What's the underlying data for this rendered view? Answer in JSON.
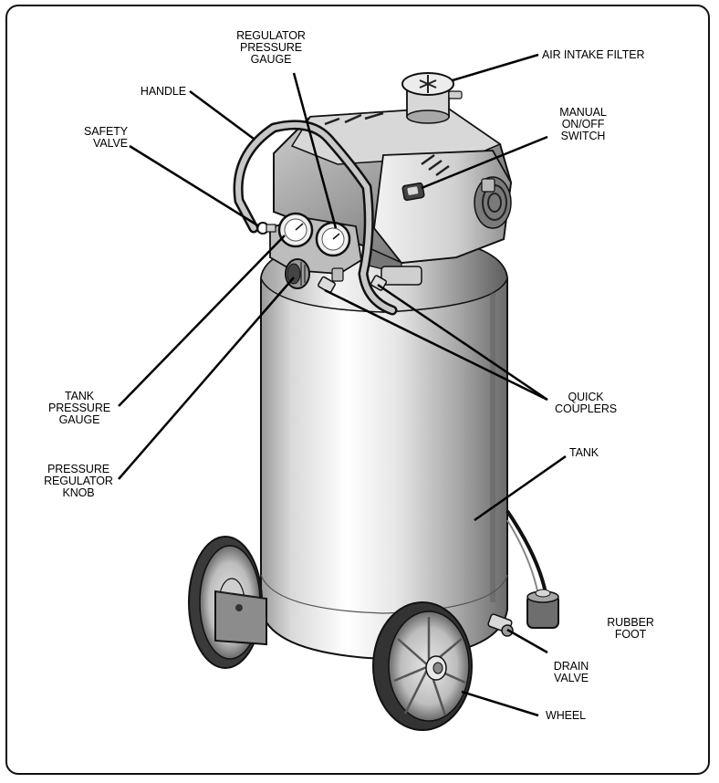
{
  "labels": {
    "regulator_pressure_gauge": [
      "REGULATOR",
      "PRESSURE",
      "GAUGE"
    ],
    "air_intake_filter": [
      "AIR INTAKE FILTER"
    ],
    "handle": [
      "HANDLE"
    ],
    "safety_valve": [
      "SAFETY",
      "VALVE"
    ],
    "manual_on_off_switch": [
      "MANUAL",
      "ON/OFF",
      "SWITCH"
    ],
    "tank_pressure_gauge": [
      "TANK",
      "PRESSURE",
      "GAUGE"
    ],
    "quick_couplers": [
      "QUICK",
      "COUPLERS"
    ],
    "pressure_regulator_knob": [
      "PRESSURE",
      "REGULATOR",
      "KNOB"
    ],
    "tank": [
      "TANK"
    ],
    "rubber_foot": [
      "RUBBER",
      "FOOT"
    ],
    "drain_valve": [
      "DRAIN",
      "VALVE"
    ],
    "wheel": [
      "WHEEL"
    ]
  },
  "colors": {
    "ink": "#111111",
    "metal_light": "#f4f4f4",
    "metal_mid": "#bdbdbd",
    "metal_dark": "#5a5a5a",
    "plastic": "#8a8a8a"
  }
}
